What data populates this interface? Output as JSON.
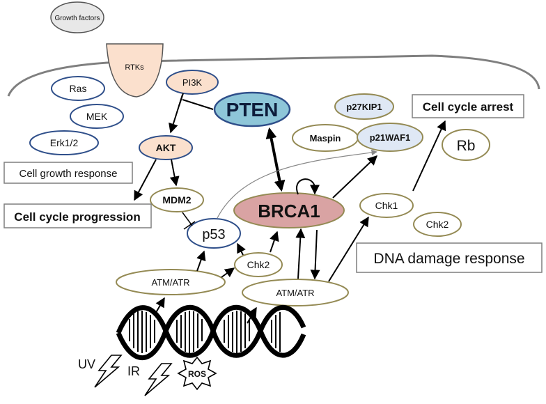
{
  "nodes": {
    "growth_factors": "Growth factors",
    "rtks": "RTKs",
    "ras": "Ras",
    "mek": "MEK",
    "erk": "Erk1/2",
    "pi3k": "PI3K",
    "pten": "PTEN",
    "akt": "AKT",
    "mdm2": "MDM2",
    "p53": "p53",
    "brca1": "BRCA1",
    "maspin": "Maspin",
    "p27kip1": "p27KIP1",
    "p21waf1": "p21WAF1",
    "rb": "Rb",
    "chk1": "Chk1",
    "chk2_right": "Chk2",
    "chk2_center": "Chk2",
    "atm_atr_left": "ATM/ATR",
    "atm_atr_right": "ATM/ATR",
    "ros": "ROS",
    "uv": "UV",
    "ir": "IR"
  },
  "boxes": {
    "cell_growth_response": "Cell growth response",
    "cell_cycle_progression": "Cell cycle progression",
    "cell_cycle_arrest": "Cell cycle arrest",
    "dna_damage_response": "DNA damage response"
  },
  "colors": {
    "pten_fill": "#8ec6d8",
    "brca1_fill": "#d9a3a3",
    "peach_fill": "#fbe0cd",
    "light_blue_fill": "#dfe8f5",
    "blue_stroke": "#2f4f8a",
    "olive_stroke": "#948a54"
  }
}
